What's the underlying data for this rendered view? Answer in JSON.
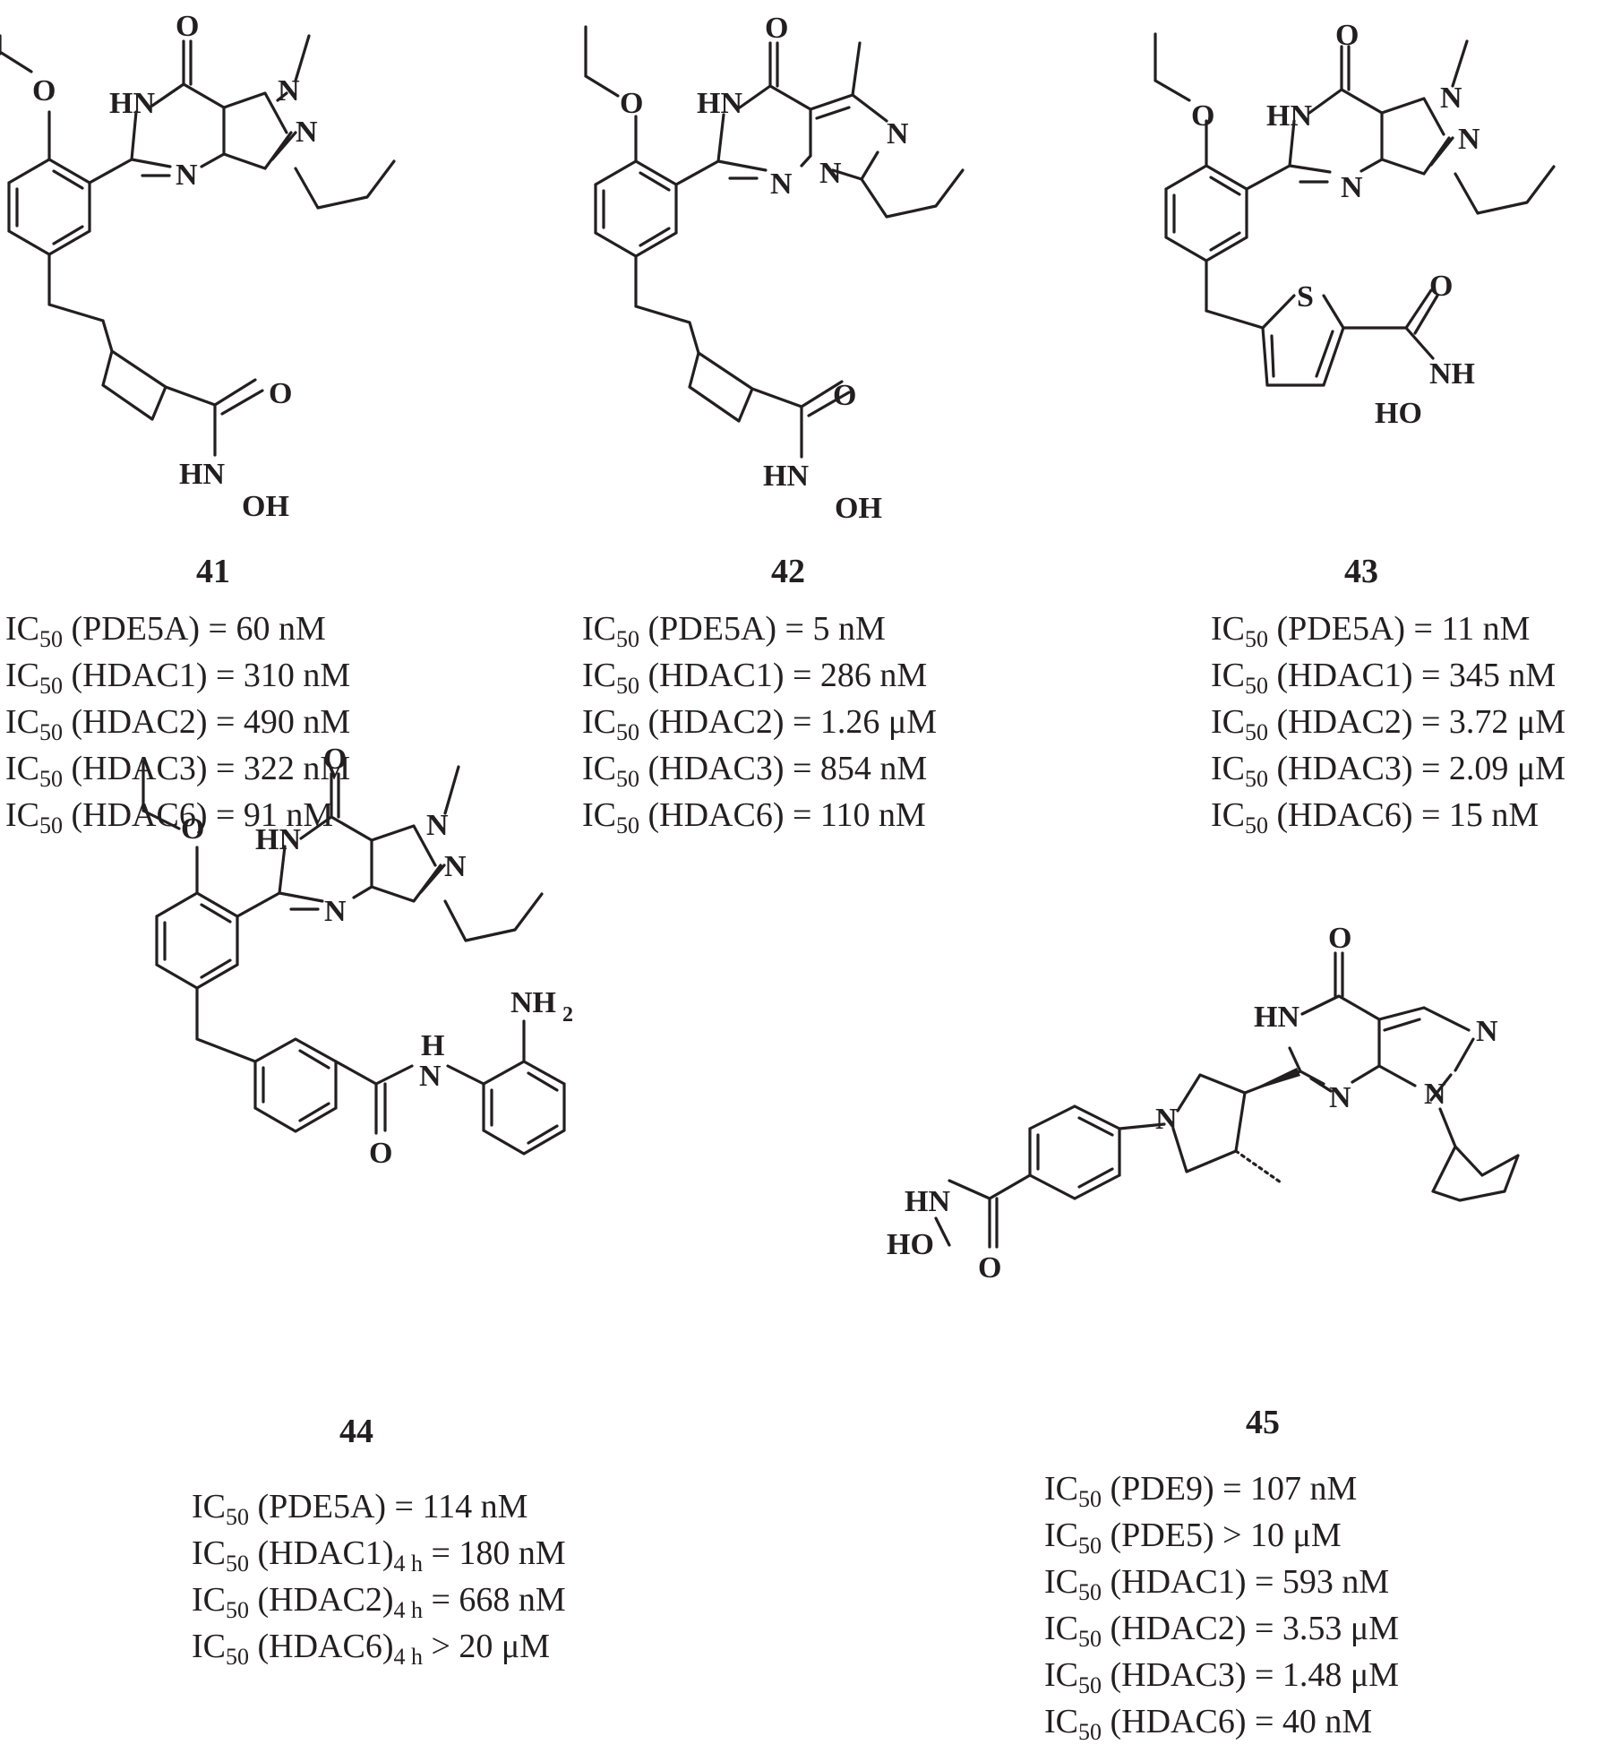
{
  "compounds": [
    {
      "id": "41",
      "values": [
        {
          "prefix": "IC",
          "sub": "50",
          "target": "(PDE5A)",
          "cond": "",
          "rel": "=",
          "value": "60 nM"
        },
        {
          "prefix": "IC",
          "sub": "50",
          "target": "(HDAC1)",
          "cond": "",
          "rel": "=",
          "value": "310 nM"
        },
        {
          "prefix": "IC",
          "sub": "50",
          "target": "(HDAC2)",
          "cond": "",
          "rel": "=",
          "value": "490 nM"
        },
        {
          "prefix": "IC",
          "sub": "50",
          "target": "(HDAC3)",
          "cond": "",
          "rel": "=",
          "value": "322 nM"
        },
        {
          "prefix": "IC",
          "sub": "50",
          "target": "(HDAC6)",
          "cond": "",
          "rel": "=",
          "value": "91 nM"
        }
      ]
    },
    {
      "id": "42",
      "values": [
        {
          "prefix": "IC",
          "sub": "50",
          "target": "(PDE5A)",
          "cond": "",
          "rel": "=",
          "value": "5 nM"
        },
        {
          "prefix": "IC",
          "sub": "50",
          "target": "(HDAC1)",
          "cond": "",
          "rel": "=",
          "value": "286 nM"
        },
        {
          "prefix": "IC",
          "sub": "50",
          "target": "(HDAC2)",
          "cond": "",
          "rel": "=",
          "value": "1.26 μM"
        },
        {
          "prefix": "IC",
          "sub": "50",
          "target": "(HDAC3)",
          "cond": "",
          "rel": "=",
          "value": "854 nM"
        },
        {
          "prefix": "IC",
          "sub": "50",
          "target": "(HDAC6)",
          "cond": "",
          "rel": "=",
          "value": "110 nM"
        }
      ]
    },
    {
      "id": "43",
      "values": [
        {
          "prefix": "IC",
          "sub": "50",
          "target": "(PDE5A)",
          "cond": "",
          "rel": "=",
          "value": "11 nM"
        },
        {
          "prefix": "IC",
          "sub": "50",
          "target": "(HDAC1)",
          "cond": "",
          "rel": "=",
          "value": "345 nM"
        },
        {
          "prefix": "IC",
          "sub": "50",
          "target": "(HDAC2)",
          "cond": "",
          "rel": "=",
          "value": "3.72 μM"
        },
        {
          "prefix": "IC",
          "sub": "50",
          "target": "(HDAC3)",
          "cond": "",
          "rel": "=",
          "value": "2.09 μM"
        },
        {
          "prefix": "IC",
          "sub": "50",
          "target": "(HDAC6)",
          "cond": "",
          "rel": "=",
          "value": "15 nM"
        }
      ]
    },
    {
      "id": "44",
      "values": [
        {
          "prefix": "IC",
          "sub": "50",
          "target": "(PDE5A)",
          "cond": "",
          "rel": "=",
          "value": "114 nM"
        },
        {
          "prefix": "IC",
          "sub": "50",
          "target": "(HDAC1)",
          "cond": "4 h",
          "rel": "=",
          "value": "180 nM"
        },
        {
          "prefix": "IC",
          "sub": "50",
          "target": "(HDAC2)",
          "cond": "4 h",
          "rel": "=",
          "value": "668 nM"
        },
        {
          "prefix": "IC",
          "sub": "50",
          "target": "(HDAC6)",
          "cond": "4 h",
          "rel": ">",
          "value": "20 μM"
        }
      ]
    },
    {
      "id": "45",
      "values": [
        {
          "prefix": "IC",
          "sub": "50",
          "target": "(PDE9)",
          "cond": "",
          "rel": "=",
          "value": "107 nM"
        },
        {
          "prefix": "IC",
          "sub": "50",
          "target": "(PDE5)",
          "cond": "",
          "rel": ">",
          "value": "10 μM"
        },
        {
          "prefix": "IC",
          "sub": "50",
          "target": "(HDAC1)",
          "cond": "",
          "rel": "=",
          "value": "593 nM"
        },
        {
          "prefix": "IC",
          "sub": "50",
          "target": "(HDAC2)",
          "cond": "",
          "rel": "=",
          "value": "3.53 μM"
        },
        {
          "prefix": "IC",
          "sub": "50",
          "target": "(HDAC3)",
          "cond": "",
          "rel": "=",
          "value": "1.48 μM"
        },
        {
          "prefix": "IC",
          "sub": "50",
          "target": "(HDAC6)",
          "cond": "",
          "rel": "=",
          "value": "40 nM"
        }
      ]
    }
  ],
  "atoms": {
    "O": "O",
    "N": "N",
    "S": "S",
    "HN": "HN",
    "NH": "NH",
    "H": "H",
    "OH": "OH",
    "HO": "HO",
    "NH2_main": "NH",
    "NH2_sub": "2"
  },
  "colors": {
    "ink": "#231f20",
    "background": "#ffffff"
  }
}
